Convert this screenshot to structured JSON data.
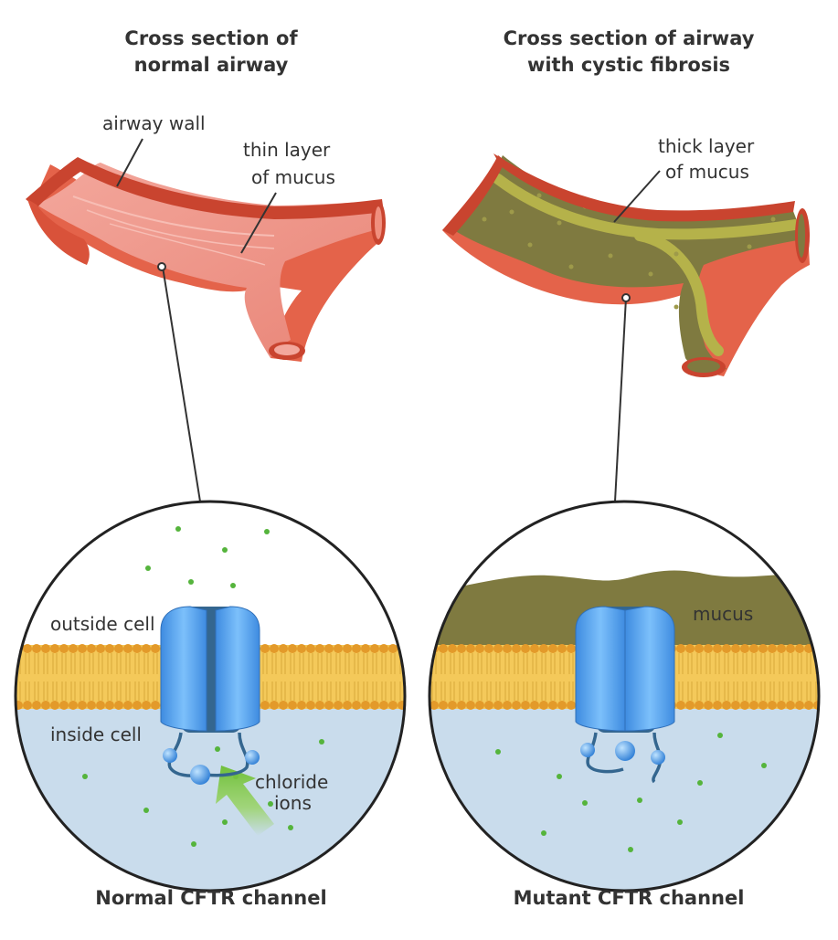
{
  "normal": {
    "title_line1": "Cross section of",
    "title_line2": "normal airway",
    "label_airway_wall": "airway wall",
    "label_thin_line1": "thin layer",
    "label_thin_line2": "of mucus",
    "label_outside": "outside cell",
    "label_inside": "inside cell",
    "label_chloride_line1": "chloride",
    "label_chloride_line2": "ions",
    "caption": "Normal CFTR channel"
  },
  "cf": {
    "title_line1": "Cross section of airway",
    "title_line2": "with cystic fibrosis",
    "label_thick_line1": "thick layer",
    "label_thick_line2": "of mucus",
    "label_mucus": "mucus",
    "caption": "Mutant CFTR channel"
  },
  "colors": {
    "airway_outer": "#d9523a",
    "airway_inner": "#f08f7e",
    "airway_lumen": "#ee9b90",
    "mucus_dark": "#7f7a40",
    "mucus_light": "#b5b24a",
    "membrane": "#f4c95a",
    "membrane_heads": "#e39a2a",
    "inside_cell": "#c9dcec",
    "channel": "#4e9be8",
    "channel_dark": "#34668f",
    "ion": "#55b43c",
    "arrow": "#8fd14a"
  }
}
